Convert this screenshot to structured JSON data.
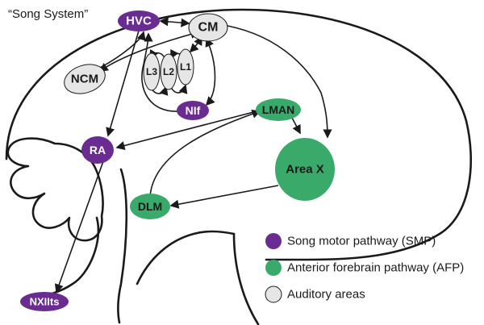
{
  "title": "“Song System”",
  "colors": {
    "smp": "#6a2c91",
    "afp": "#3aaa6a",
    "auditory": "#e6e6e6",
    "outline": "#1a1a1a",
    "white_text": "#ffffff",
    "dark_text": "#1a1a1a"
  },
  "nodes": {
    "hvc": "HVC",
    "cm": "CM",
    "ncm": "NCM",
    "l1": "L1",
    "l2": "L2",
    "l3": "L3",
    "nif": "NIf",
    "lman": "LMAN",
    "ra": "RA",
    "areax": "Area X",
    "dlm": "DLM",
    "nxllts": "NXIIts"
  },
  "legend": [
    {
      "label": "Song motor pathway (SMP)",
      "color": "#6a2c91"
    },
    {
      "label": "Anterior forebrain pathway (AFP)",
      "color": "#3aaa6a"
    },
    {
      "label": "Auditory areas",
      "color": "#e6e6e6"
    }
  ]
}
